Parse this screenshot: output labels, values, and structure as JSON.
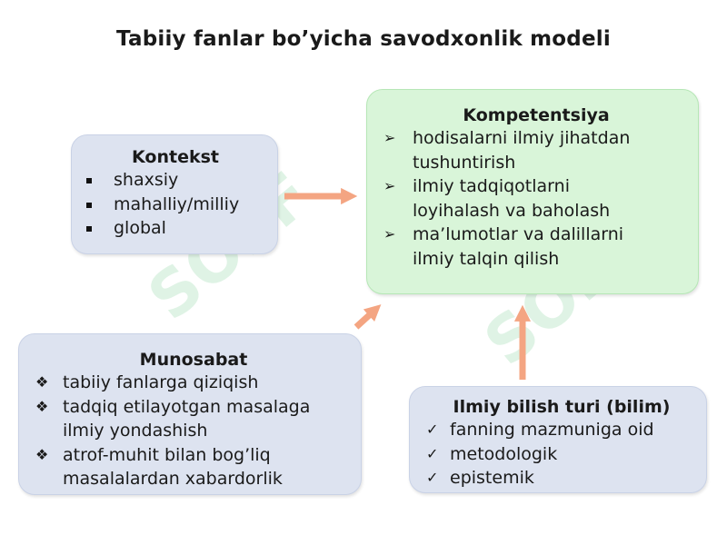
{
  "title": "Tabiiy fanlar bo’yicha savodxonlik modeli",
  "colors": {
    "box_blue": "#dde3f0",
    "box_green": "#d9f5d9",
    "arrow": "#f4a582",
    "watermark": "#50be6e"
  },
  "boxes": {
    "kontekst": {
      "title": "Kontekst",
      "bullet": "square",
      "items": [
        "shaxsiy",
        "mahalliy/milliy",
        "global"
      ]
    },
    "kompetentsiya": {
      "title": "Kompetentsiya",
      "bullet": "➢",
      "items": [
        [
          "hodisalarni ilmiy jihatdan",
          "tushuntirish"
        ],
        [
          "ilmiy tadqiqotlarni",
          "loyihalash va baholash"
        ],
        [
          "ma’lumotlar va dalillarni",
          "ilmiy talqin qilish"
        ]
      ]
    },
    "munosabat": {
      "title": "Munosabat",
      "bullet": "❖",
      "items": [
        [
          "tabiiy fanlarga qiziqish"
        ],
        [
          "tadqiq etilayotgan masalaga",
          "ilmiy yondashish"
        ],
        [
          "atrof-muhit bilan bog’liq",
          "masalalardan xabardorlik"
        ]
      ]
    },
    "ilmiy": {
      "title": "Ilmiy bilish turi (bilim)",
      "bullet": "✓",
      "items": [
        "fanning mazmuniga oid",
        "metodologik",
        "epistemik"
      ]
    }
  },
  "watermark_text": "SOFF"
}
